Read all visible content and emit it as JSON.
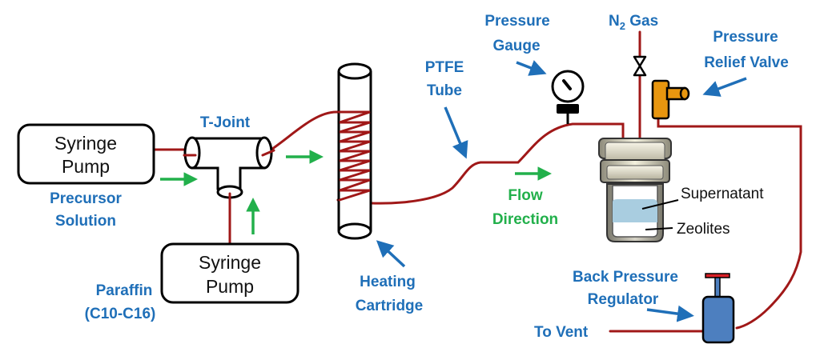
{
  "diagram": {
    "components": {
      "syringe_pump_1": {
        "line1": "Syringe",
        "line2": "Pump"
      },
      "syringe_pump_2": {
        "line1": "Syringe",
        "line2": "Pump"
      }
    },
    "labels": {
      "precursor_solution": {
        "line1": "Precursor",
        "line2": "Solution"
      },
      "paraffin": {
        "line1": "Paraffin",
        "line2": "(C10-C16)"
      },
      "t_joint": "T-Joint",
      "heating_cartridge": {
        "line1": "Heating",
        "line2": "Cartridge"
      },
      "ptfe_tube": {
        "line1": "PTFE",
        "line2": "Tube"
      },
      "flow_direction": {
        "line1": "Flow",
        "line2": "Direction"
      },
      "pressure_gauge": {
        "line1": "Pressure",
        "line2": "Gauge"
      },
      "n2_gas": {
        "prefix": "N",
        "subscript": "2",
        "suffix": " Gas"
      },
      "pressure_relief_valve": {
        "line1": "Pressure",
        "line2": "Relief Valve"
      },
      "supernatant": "Supernatant",
      "zeolites": "Zeolites",
      "back_pressure_regulator": {
        "line1": "Back Pressure",
        "line2": "Regulator"
      },
      "to_vent": "To Vent"
    },
    "colors": {
      "label_blue": "#1f6fb8",
      "flow_green": "#22b04b",
      "pipe_red": "#a01818",
      "relief_valve_orange": "#e8960f",
      "regulator_blue": "#4d7fbf",
      "regulator_handle_red": "#d81f26",
      "supernatant_blue": "#a9cde0"
    }
  }
}
